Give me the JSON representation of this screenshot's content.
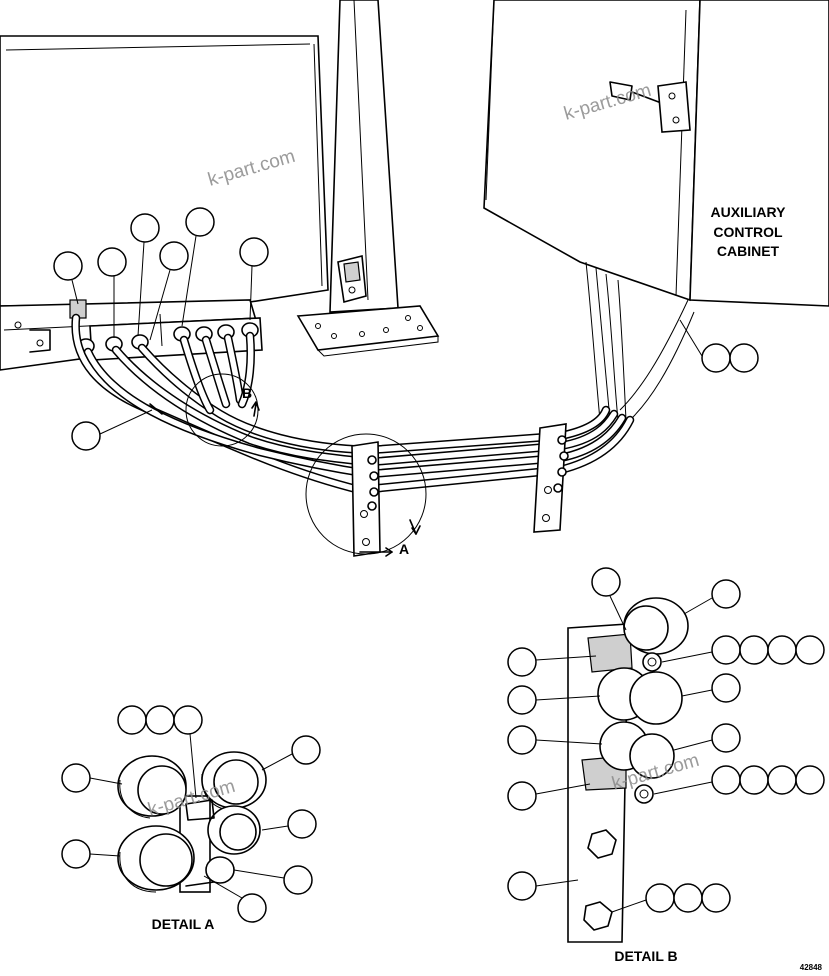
{
  "labels": {
    "cabinet_line1": "AUXILIARY",
    "cabinet_line2": "CONTROL",
    "cabinet_line3": "CABINET",
    "view_a": "A",
    "view_b": "B",
    "detail_a": "DETAIL A",
    "detail_b": "DETAIL B",
    "figure_number": "42848"
  },
  "watermark": "k-part.com",
  "colors": {
    "line": "#000000",
    "background": "#ffffff",
    "watermark": "#8a8a8a"
  }
}
